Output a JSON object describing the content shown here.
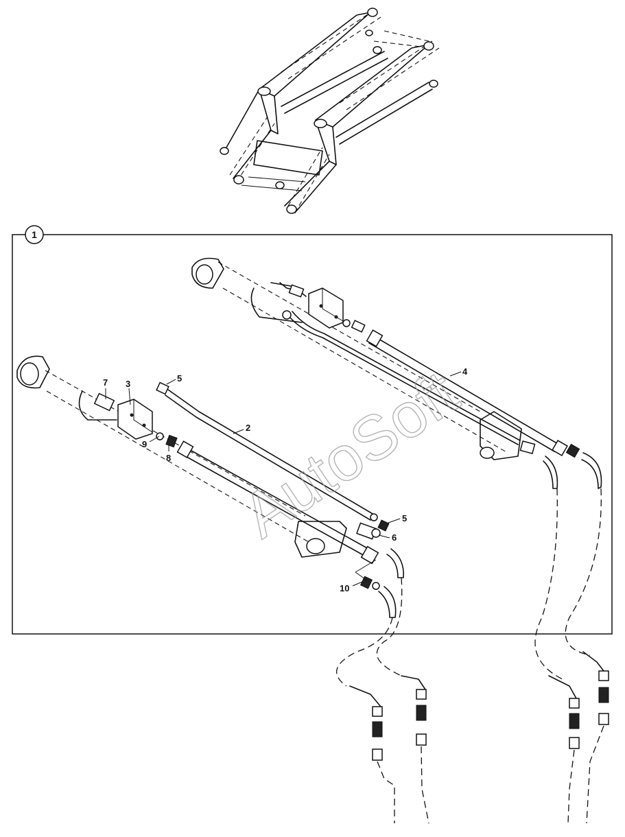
{
  "callout": "1",
  "watermark": "AutoSoft",
  "part_labels": {
    "p2": "2",
    "p3": "3",
    "p4": "4",
    "p5a": "5",
    "p5b": "5",
    "p6": "6",
    "p7": "7",
    "p8": "8",
    "p9": "9",
    "p10": "10"
  }
}
